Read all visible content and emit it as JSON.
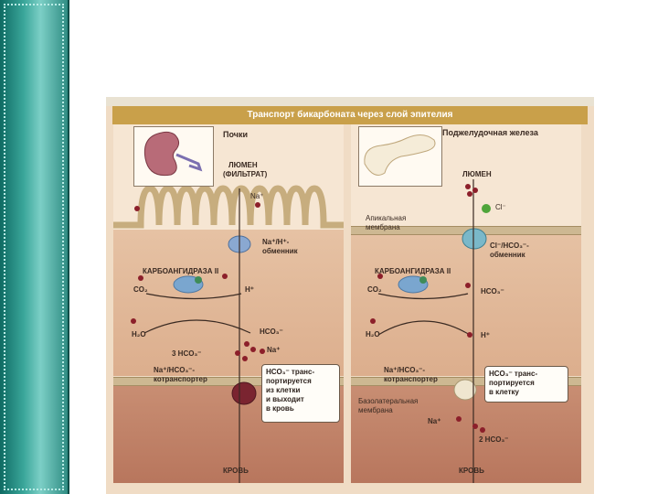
{
  "title": "Транспорт бикарбоната через слой эпителия",
  "left": {
    "heading": "Почки",
    "lumen_line1": "ЛЮМЕН",
    "lumen_line2": "(ФИЛЬТРАТ)",
    "na_top": "Na⁺",
    "exchanger_line1": "Na⁺/H⁺-",
    "exchanger_line2": "обменник",
    "enzyme": "КАРБОАНГИДРАЗА II",
    "co2": "CO₂",
    "h_plus": "H⁺",
    "h2o": "H₂O",
    "hco3": "HCO₃⁻",
    "three_hco3": "3 HCO₃⁻",
    "na_mid": "Na⁺",
    "cotransporter_line1": "Na⁺/HCO₃⁻-",
    "cotransporter_line2": "котранспортер",
    "note_lines": [
      "HCO₃⁻ транс-",
      "портируется",
      "из клетки",
      "и выходит",
      "в кровь"
    ],
    "blood": "КРОВЬ"
  },
  "right": {
    "heading": "Поджелудочная железа",
    "lumen": "ЛЮМЕН",
    "cl": "Cl⁻",
    "apical_line1": "Апикальная",
    "apical_line2": "мембрана",
    "exchanger_line1": "Cl⁻/HCO₃⁻-",
    "exchanger_line2": "обменник",
    "enzyme": "КАРБОАНГИДРАЗА II",
    "co2": "CO₂",
    "hco3": "HCO₃⁻",
    "h2o": "H₂O",
    "h_plus": "H⁺",
    "cotransporter_line1": "Na⁺/HCO₃⁻-",
    "cotransporter_line2": "котранспортер",
    "note_lines": [
      "HCO₃⁻ транс-",
      "портируется",
      "в клетку"
    ],
    "basolateral_line1": "Базолатеральная",
    "basolateral_line2": "мембрана",
    "na_bottom": "Na⁺",
    "two_hco3": "2 HCO₃⁻",
    "blood": "КРОВЬ"
  },
  "colors": {
    "banner": "#c9a04a",
    "lumen": "#f6e6d3",
    "cytoplasm": "#dcae8d",
    "blood": "#b8765d",
    "sidebar": "#2f8c83",
    "enzyme_blue": "#7aa6cf",
    "dot_red": "#8c1f2a",
    "dot_green": "#4fa53a"
  }
}
